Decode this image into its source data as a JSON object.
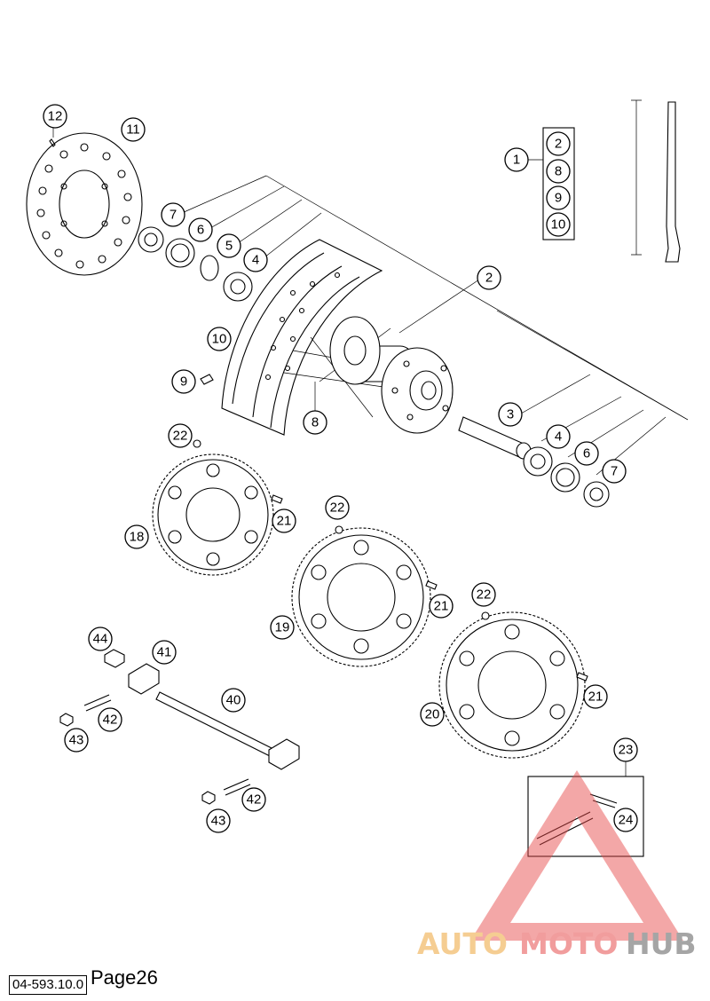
{
  "callouts": {
    "c1": "1",
    "c2": "2",
    "c3": "3",
    "c4a": "4",
    "c4b": "4",
    "c5": "5",
    "c6a": "6",
    "c6b": "6",
    "c7a": "7",
    "c7b": "7",
    "c8": "8",
    "c9": "9",
    "c10": "10",
    "c11": "11",
    "c12": "12",
    "c18": "18",
    "c19": "19",
    "c20": "20",
    "c21a": "21",
    "c21b": "21",
    "c21c": "21",
    "c22a": "22",
    "c22b": "22",
    "c22c": "22",
    "c23": "23",
    "c24": "24",
    "c40": "40",
    "c41": "41",
    "c42a": "42",
    "c42b": "42",
    "c43a": "43",
    "c43b": "43",
    "c44": "44"
  },
  "kit_list": {
    "head": "1",
    "items": [
      "2",
      "8",
      "9",
      "10"
    ]
  },
  "watermark": {
    "auto": "AUTO",
    "moto": "MOTO",
    "hub": "HUB",
    "colors": {
      "auto": "#f3c178",
      "moto": "#ee8585",
      "hub": "#8f8f8f",
      "triangle": "#e84a4a"
    }
  },
  "footer": {
    "doc_code": "04-593.10.0",
    "page": "Page26"
  }
}
